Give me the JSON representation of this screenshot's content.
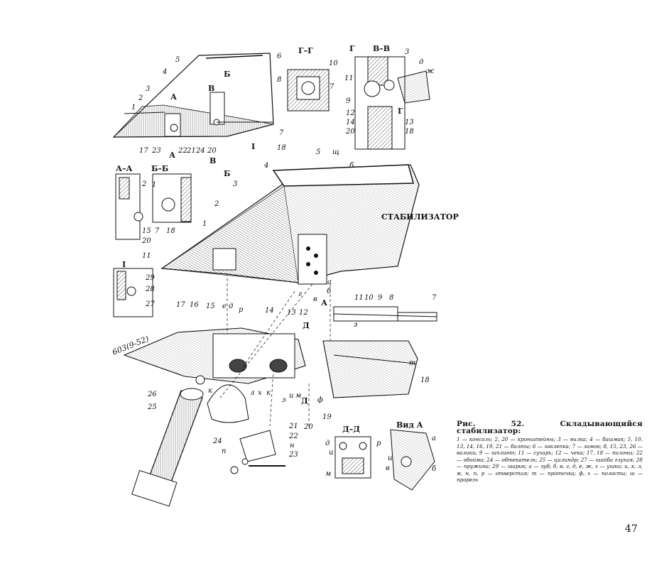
{
  "caption": {
    "title": "Рис. 52. Складывающийся стабилизатор:",
    "body": "1 — консоль; 2, 20 — кронштейны; 3 — вилка; 4 — башмак; 5, 10, 13, 14, 16, 19, 21 — болты; 6 — заклепка; 7 — замок; 8, 15, 23, 26 — валики; 9 — шплинт; 11 — сухарь; 12 — чека; 17, 18 — пилоны; 22 — обойма; 24 — обтекатель; 25 — цилиндр; 27 — шайба глухая; 28 — пружина; 29 — шарик; а — зуб; б, в, г, д, е, ж, з — ушки; и, к, л, м, н, п, р — отверстия; т — проточка; ф, х — полости; ш — прорезь"
  },
  "page_number": "47",
  "handwritten_note": "603(9-52)",
  "stabilizer_label": "СТАБИЛИЗАТОР",
  "section_titles": {
    "gg": "Г–Г",
    "vv": "В–В",
    "aa": "А–А",
    "bb": "Б–Б",
    "dd": "Д–Д",
    "view_a": "Вид А",
    "detail_i": "I"
  },
  "cut_letters": {
    "a": "А",
    "b": "Б",
    "v": "В",
    "g": "Г",
    "d": "Д"
  },
  "numbers": [
    "1",
    "2",
    "3",
    "4",
    "5",
    "6",
    "7",
    "8",
    "9",
    "10",
    "11",
    "12",
    "13",
    "14",
    "15",
    "16",
    "17",
    "18",
    "19",
    "20",
    "21",
    "22",
    "23",
    "24",
    "25",
    "26",
    "27",
    "28",
    "29"
  ],
  "letters": {
    "a": "а",
    "b": "б",
    "v": "в",
    "g": "г",
    "d": "д",
    "e": "е",
    "zh": "ж",
    "z": "з",
    "i": "и",
    "k": "к",
    "l": "л",
    "m": "м",
    "n": "н",
    "p": "п",
    "r": "р",
    "t": "т",
    "f": "ф",
    "kh": "х",
    "shch": "щ"
  }
}
